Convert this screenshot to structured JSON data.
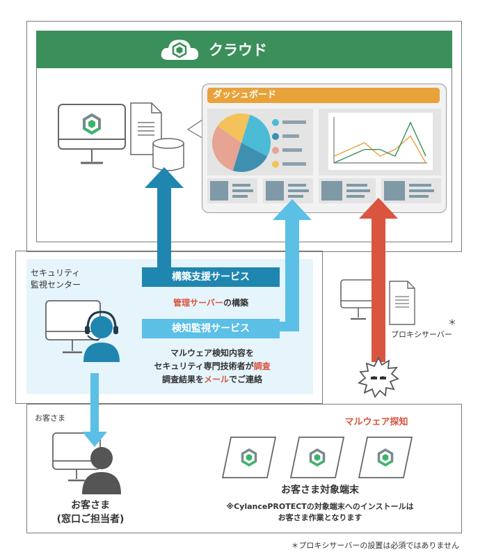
{
  "cloud": {
    "title": "クラウド"
  },
  "dashboard": {
    "title": "ダッシュボード"
  },
  "soc": {
    "label_line1": "セキュリティ",
    "label_line2": "監視センター",
    "service_build": "構築支援サービス",
    "build_desc_highlight": "管理サーバー",
    "build_desc_rest": "の構築",
    "service_monitor": "検知監視サービス",
    "desc_line1": "マルウェア検知内容を",
    "desc_line2_pre": "セキュリティ専門技術者が",
    "desc_line2_highlight": "調査",
    "desc_line3_pre": "調査結果を",
    "desc_line3_highlight": "メール",
    "desc_line3_post": "でご連絡"
  },
  "proxy": {
    "label": "プロキシサーバー",
    "asterisk": "＊"
  },
  "customer": {
    "area_label": "お客さま",
    "person_line1": "お客さま",
    "person_line2": "(窓口ご担当者)",
    "malware_detect": "マルウェア探知",
    "devices_label": "お客さま対象端末",
    "note_line1": "※CylancePROTECTの対象端末へのインストールは",
    "note_line2": "お客さま作業となります"
  },
  "footnote": "＊プロキシサーバーの設置は必須ではありません",
  "colors": {
    "green": "#3a8f5a",
    "orange": "#e8a23a",
    "dark_blue": "#1f86b0",
    "light_blue": "#5bbfe6",
    "red": "#d9553f",
    "soc_bg": "#e6f4fb",
    "gray_panel": "#e4e4e4"
  },
  "chart_data": [
    {
      "type": "pie",
      "values": [
        28,
        22,
        30,
        20
      ],
      "colors": [
        "#4bbbd6",
        "#3f8fb0",
        "#e7a493",
        "#f3c25a"
      ]
    },
    {
      "type": "line",
      "x": [
        0,
        1,
        2,
        3,
        4,
        5,
        6
      ],
      "series": [
        {
          "values": [
            1,
            2,
            3,
            1,
            2,
            4,
            0
          ],
          "color": "#e8a23a"
        },
        {
          "values": [
            0,
            1,
            2,
            2,
            1,
            6,
            1
          ],
          "color": "#3a8f5a"
        }
      ]
    }
  ]
}
